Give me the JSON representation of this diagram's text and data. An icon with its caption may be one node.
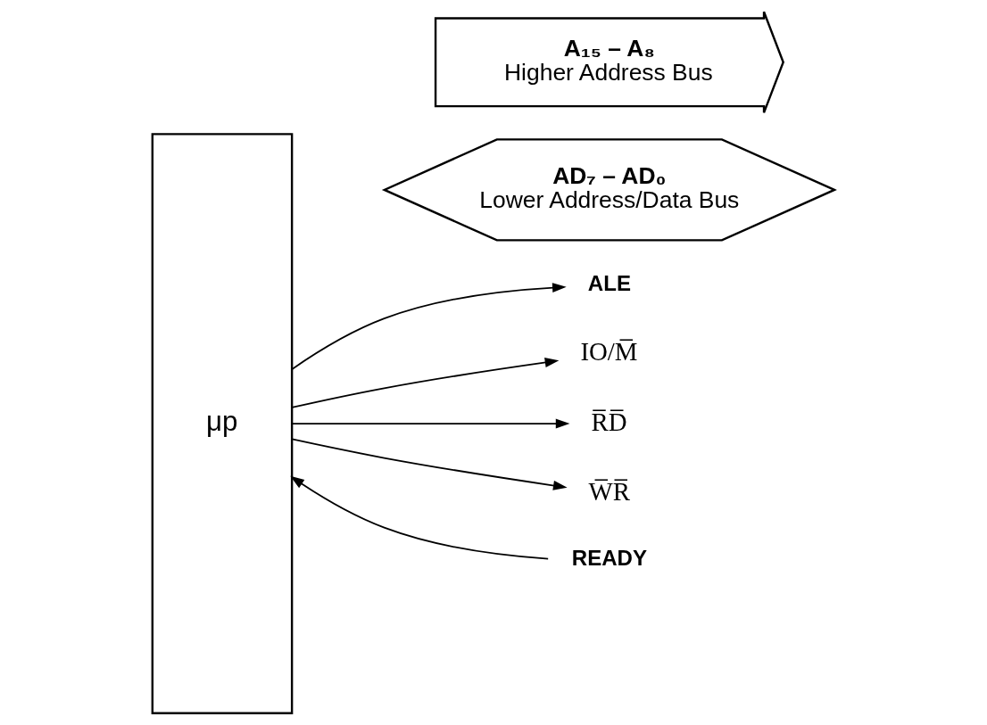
{
  "diagram": {
    "nodes": [
      {
        "text": [
          "μp"
        ]
      },
      {
        "text": [
          "A₁₅ – A₈",
          "Higher Address Bus"
        ]
      },
      {
        "text": [
          "AD₇ – AD₀",
          "Lower Address/Data Bus"
        ]
      },
      {
        "text": [
          "ALE"
        ]
      },
      {
        "text": [
          "IO/M̅"
        ]
      },
      {
        "text": [
          "R̅D̅"
        ]
      },
      {
        "text": [
          "W̅R̅"
        ]
      },
      {
        "text": [
          "READY"
        ]
      }
    ],
    "edges": [
      {
        "from": 0,
        "to": 3,
        "arrow": "to"
      },
      {
        "from": 0,
        "to": 4,
        "arrow": "to"
      },
      {
        "from": 0,
        "to": 5,
        "arrow": "to"
      },
      {
        "from": 0,
        "to": 6,
        "arrow": "to"
      },
      {
        "from": 7,
        "to": 0,
        "arrow": "to"
      }
    ]
  }
}
